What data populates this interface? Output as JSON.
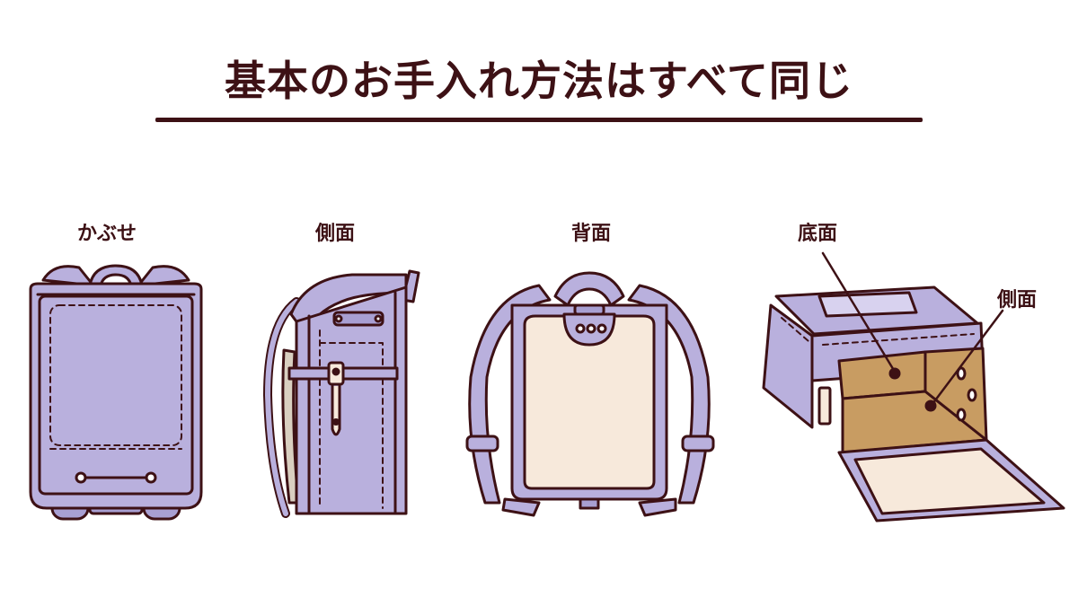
{
  "title": "基本のお手入れ方法はすべて同じ",
  "views": [
    {
      "label": "かぶせ"
    },
    {
      "label": "側面"
    },
    {
      "label": "背面"
    },
    {
      "label": "底面"
    }
  ],
  "callout_side": "側面",
  "colors": {
    "outline": "#3d1115",
    "body": "#b9b0dd",
    "body_dark": "#a89fd2",
    "cream": "#f7e9db",
    "leather": "#c89c62"
  }
}
